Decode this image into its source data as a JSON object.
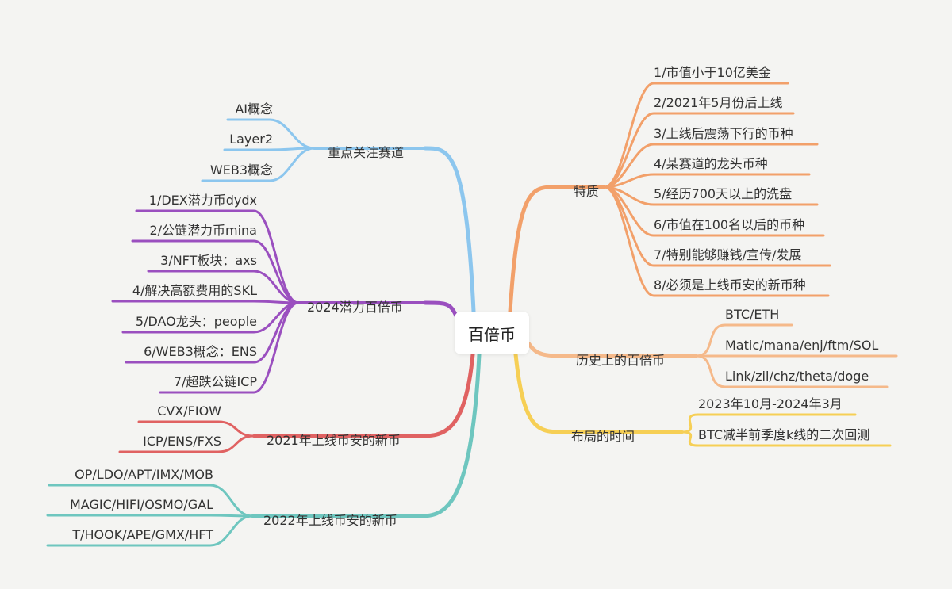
{
  "center": "百倍币",
  "colors": {
    "blue": "#8cc6ee",
    "purple": "#9a4fbf",
    "red": "#e06262",
    "teal": "#6ec6bf",
    "orange": "#f2a06a",
    "peach": "#f5b98a",
    "yellow": "#f6cf55"
  },
  "branches": [
    {
      "label": "重点关注赛道",
      "color": "blue",
      "children": [
        "AI概念",
        "Layer2",
        "WEB3概念"
      ]
    },
    {
      "label": "2024潜力百倍币",
      "color": "purple",
      "children": [
        "1/DEX潜力币dydx",
        "2/公链潜力币mina",
        "3/NFT板块：axs",
        "4/解决高额费用的SKL",
        "5/DAO龙头：people",
        "6/WEB3概念：ENS",
        "7/超跌公链ICP"
      ]
    },
    {
      "label": "2021年上线币安的新币",
      "color": "red",
      "children": [
        "CVX/FIOW",
        "ICP/ENS/FXS"
      ]
    },
    {
      "label": "2022年上线币安的新币",
      "color": "teal",
      "children": [
        "OP/LDO/APT/IMX/MOB",
        "MAGIC/HIFI/OSMO/GAL",
        "T/HOOK/APE/GMX/HFT"
      ]
    },
    {
      "label": "特质",
      "color": "orange",
      "children": [
        "1/市值小于10亿美金",
        "2/2021年5月份后上线",
        "3/上线后震荡下行的币种",
        "4/某赛道的龙头币种",
        "5/经历700天以上的洗盘",
        "6/市值在100名以后的币种",
        "7/特别能够赚钱/宣传/发展",
        "8/必须是上线币安的新币种"
      ]
    },
    {
      "label": "历史上的百倍币",
      "color": "peach",
      "children": [
        "BTC/ETH",
        "Matic/mana/enj/ftm/SOL",
        "Link/zil/chz/theta/doge"
      ]
    },
    {
      "label": "布局的时间",
      "color": "yellow",
      "children": [
        "2023年10月-2024年3月",
        "BTC减半前季度k线的二次回测"
      ]
    }
  ]
}
